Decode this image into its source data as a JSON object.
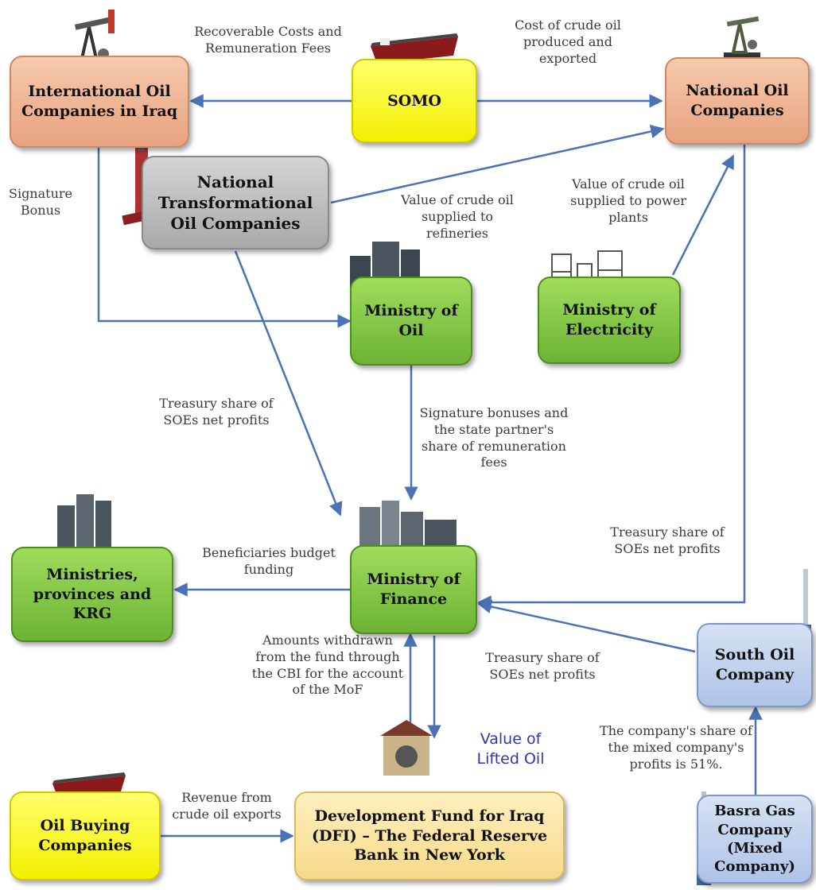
{
  "nodes": {
    "ioc": "International Oil Companies in Iraq",
    "somo": "SOMO",
    "noc": "National Oil Companies",
    "ntoc": "National Transformational Oil Companies",
    "ministry_oil": "Ministry of Oil",
    "ministry_electricity": "Ministry of Electricity",
    "ministries_provinces": "Ministries, provinces and KRG",
    "ministry_finance": "Ministry of Finance",
    "south_oil": "South Oil Company",
    "oil_buying": "Oil Buying Companies",
    "dfi": "Development Fund for Iraq (DFI) – The Federal Reserve Bank in New York",
    "basra_gas": "Basra Gas Company (Mixed Company)"
  },
  "labels": {
    "recoverable_costs": "Recoverable Costs and Remuneration Fees",
    "cost_crude": "Cost of crude oil produced and exported",
    "signature_bonus": "Signature Bonus",
    "value_refineries": "Value of crude oil supplied to refineries",
    "value_power": "Value of crude oil supplied to power plants",
    "treasury_1": "Treasury share of SOEs net profits",
    "signature_bonuses_state": "Signature bonuses and the state partner's share of remuneration fees",
    "treasury_2": "Treasury share of SOEs net profits",
    "beneficiaries": "Beneficiaries budget funding",
    "amounts_withdrawn": "Amounts withdrawn from the fund through the CBI for the account of the MoF",
    "treasury_3": "Treasury share of SOEs net profits",
    "value_lifted": "Value of Lifted Oil",
    "companys_share": "The company's share of the mixed company's profits is 51%.",
    "revenue_exports": "Revenue from crude oil exports"
  },
  "colors": {
    "arrow": "#4a72b8",
    "orange_node": "#e8a27e",
    "yellow_node": "#f2f000",
    "green_node": "#6db334",
    "grey_node": "#a9a9a9",
    "blue_node": "#aec3e6",
    "cream_node": "#f6da8a"
  }
}
